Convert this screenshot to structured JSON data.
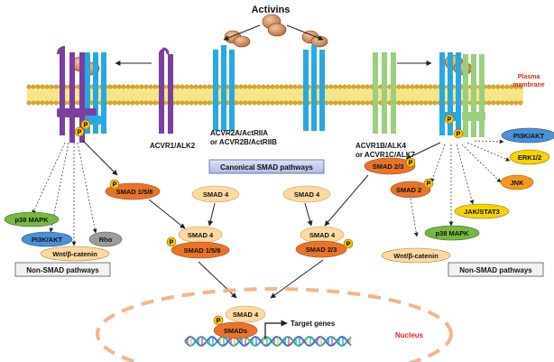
{
  "title": "Activins",
  "membrane_label": [
    "Plasma",
    "membrane"
  ],
  "receptors": {
    "type1_left": "ACVR1/ALK2",
    "type2": [
      "ACVR2A/ActRIIA",
      "or ACVR2B/ActRIIB"
    ],
    "type1_right": [
      "ACVR1B/ALK4",
      "or ACVR1C/ALK7"
    ]
  },
  "boxes": {
    "canonical": "Canonical SMAD pathways",
    "non_smad_left": "Non-SMAD pathways",
    "non_smad_right": "Non-SMAD pathways"
  },
  "phospho": "P",
  "left_pathways": [
    "p38 MAPK",
    "PI3K/AKT",
    "Wnt/β-catenin",
    "Rho"
  ],
  "right_pathways": [
    "PI3K/AKT",
    "ERK1/2",
    "JNK",
    "JAK/STAT3",
    "p38 MAPK",
    "Wnt/β-catenin"
  ],
  "smads": {
    "smad158": "SMAD 1/5/8",
    "smad23": "SMAD 2/3",
    "smad2": "SMAD 2",
    "smad4": "SMAD 4",
    "complex_left": [
      "SMAD 4",
      "SMAD 1/5/8"
    ],
    "complex_right": [
      "SMAD 4",
      "SMAD 2/3"
    ]
  },
  "nucleus": {
    "label": "Nucleus",
    "smad4": "SMAD 4",
    "smads": "SMADs",
    "target_genes": "Target genes"
  },
  "colors": {
    "purple": "#7b3fa0",
    "blue": "#29a8e0",
    "green": "#9bcf7f",
    "orange": "#e8742a",
    "peach": "#fbd9a3",
    "red": "#d7261e",
    "nucleus": "#f2b58a"
  }
}
